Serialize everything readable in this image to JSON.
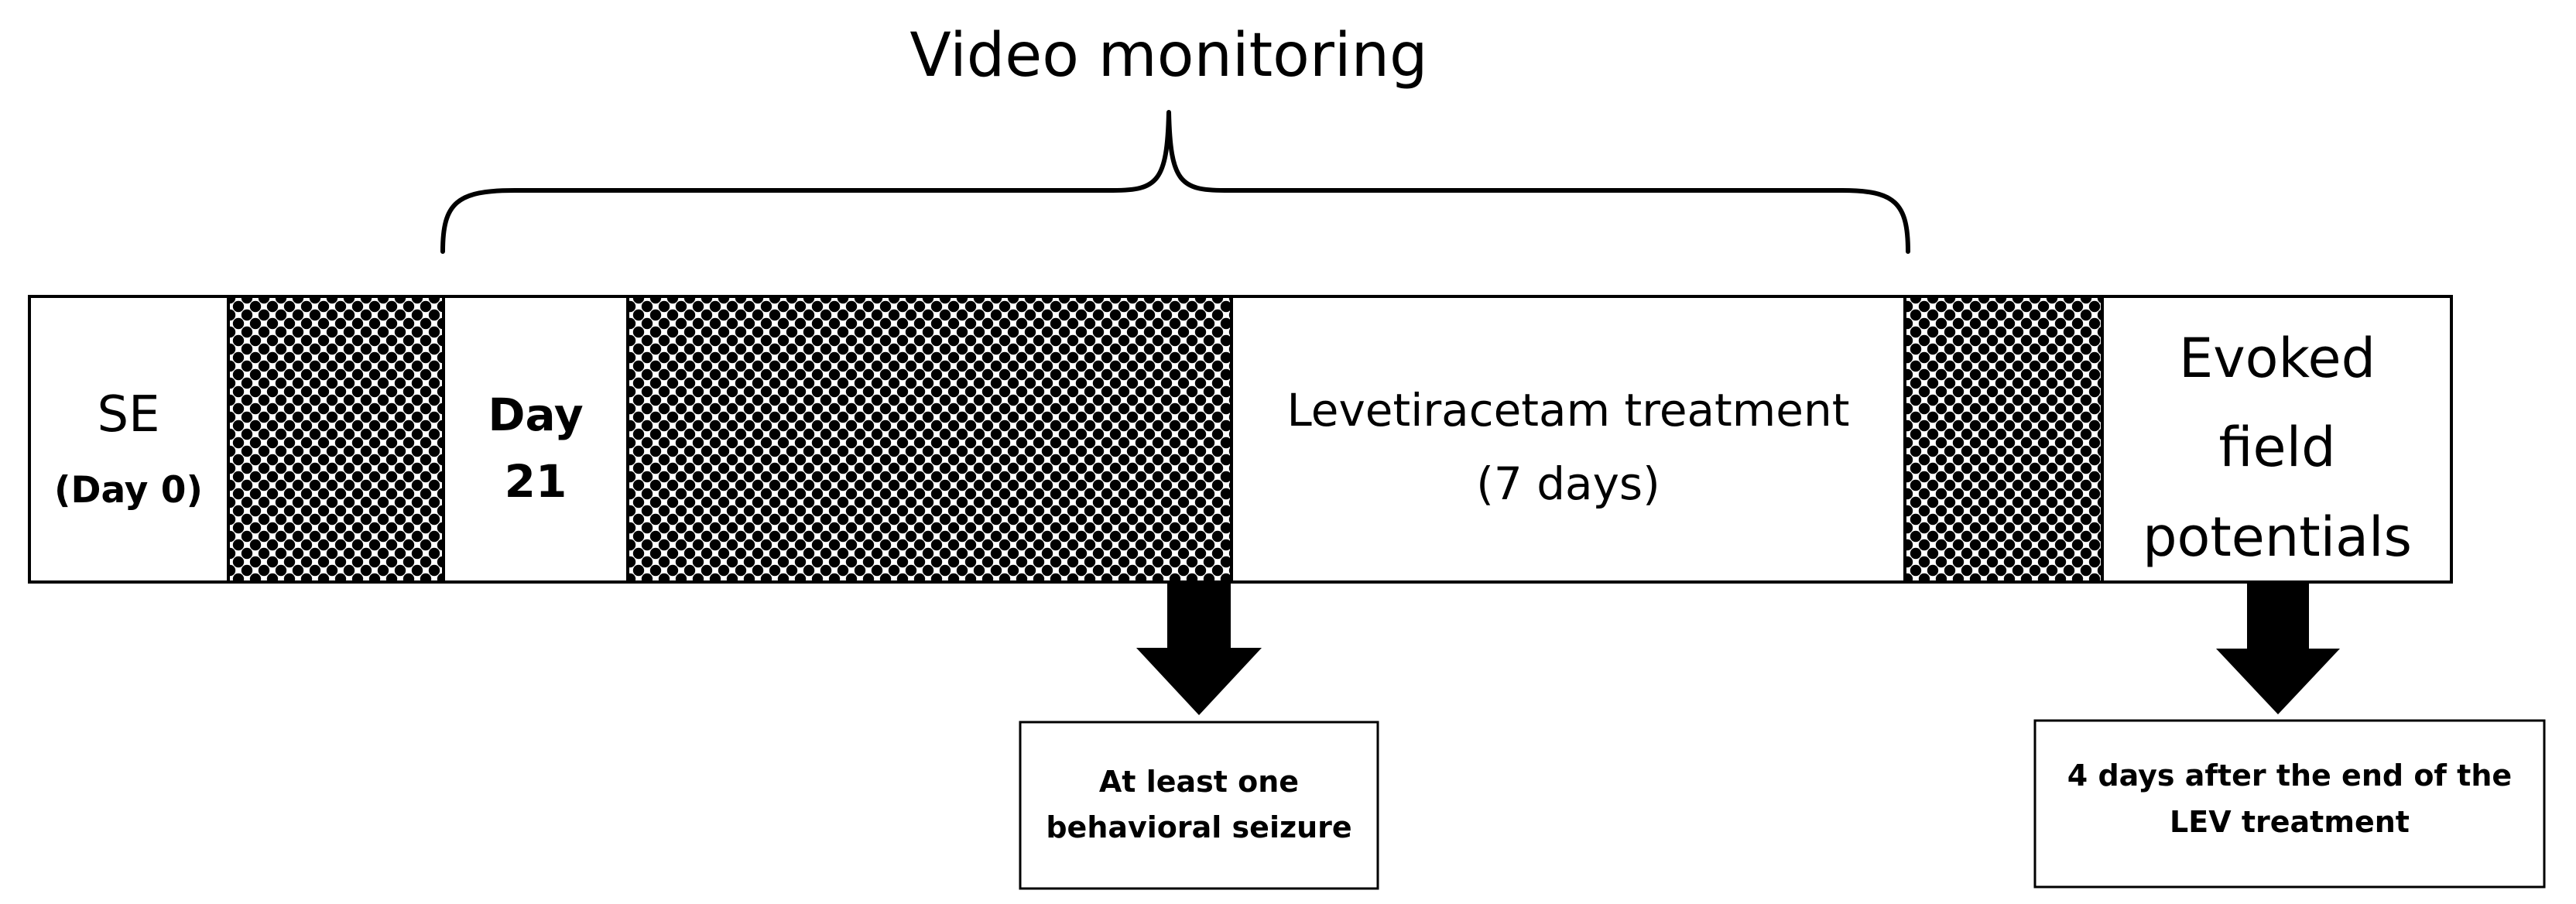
{
  "title": "Video monitoring",
  "segments": {
    "se": {
      "label": "SE",
      "sublabel": "(Day 0)"
    },
    "day21": {
      "line1": "Day",
      "line2": "21"
    },
    "treatment": {
      "line1": "Levetiracetam treatment",
      "line2": "(7 days)"
    },
    "evoked": {
      "line1": "Evoked",
      "line2": "field",
      "line3": "potentials"
    }
  },
  "callouts": {
    "seizure": {
      "line1": "At least one",
      "line2": "behavioral seizure"
    },
    "after_treatment": {
      "line1": "4 days after the end of the",
      "line2": "LEV treatment"
    }
  },
  "colors": {
    "line": "#000000",
    "background": "#ffffff",
    "pattern_dark": "#000000",
    "pattern_light": "#ffffff"
  }
}
